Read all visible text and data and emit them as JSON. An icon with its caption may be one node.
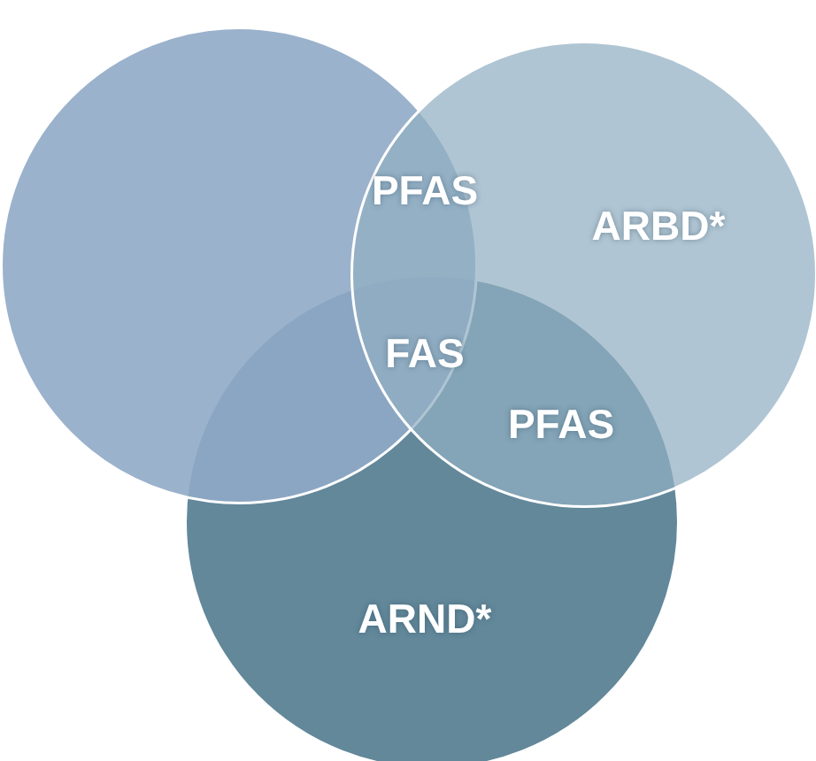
{
  "diagram": {
    "nodes": [
      {
        "text": [],
        "shape": "circle"
      },
      {
        "text": [
          "ARBD*"
        ]
      },
      {
        "text": [
          "ARND*"
        ]
      }
    ],
    "labels": [
      "PFAS",
      "FAS",
      "PFAS"
    ]
  }
}
